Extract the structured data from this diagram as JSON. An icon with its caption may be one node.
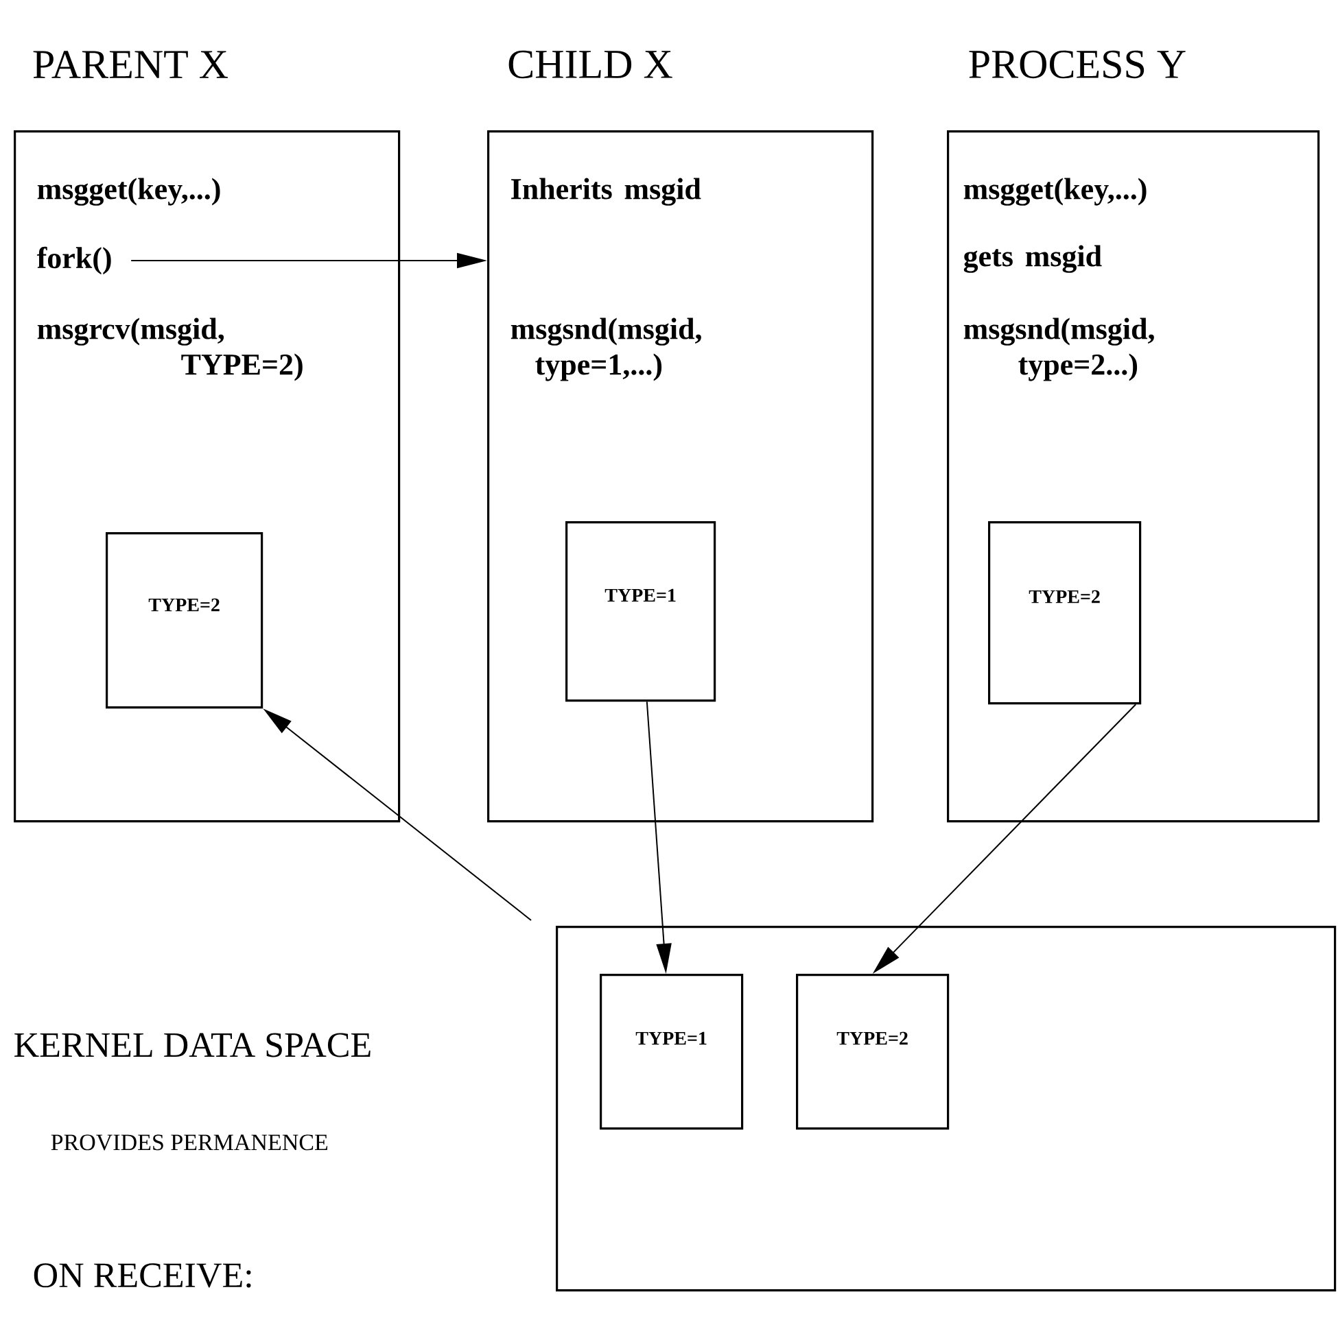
{
  "diagram": {
    "nodes": [
      {
        "text": [
          "PARENT X",
          "msgget(key,...)",
          "msgrcv(msgid, TYPE=2)"
        ]
      },
      {
        "text": [
          "fork()"
        ],
        "in": 0
      },
      {
        "text": [
          "TYPE=2"
        ],
        "in": 0
      },
      {
        "text": [
          "CHILD X",
          "Inherits msgid",
          "msgsnd(msgid, type=1,...)"
        ]
      },
      {
        "text": [
          "TYPE=1"
        ],
        "in": 3
      },
      {
        "text": [
          "PROCESS Y",
          "msgget(key,...)",
          "gets msgid",
          "msgsnd(msgid, type=2...)"
        ]
      },
      {
        "text": [
          "TYPE=2"
        ],
        "in": 5
      },
      {
        "text": [],
        "shape": "box"
      },
      {
        "text": [
          "TYPE=1"
        ],
        "in": 7
      },
      {
        "text": [
          "TYPE=2"
        ],
        "in": 7
      }
    ],
    "edges": [
      {
        "from": 1,
        "to": 3,
        "arrow": "to"
      },
      {
        "from": 4,
        "to": 8,
        "arrow": "to"
      },
      {
        "from": 6,
        "to": 9,
        "arrow": "to"
      },
      {
        "from": 7,
        "to": 2,
        "arrow": "to"
      }
    ],
    "labels": [
      "KERNEL DATA SPACE",
      "PROVIDES PERMANENCE",
      "ON RECEIVE:"
    ]
  }
}
